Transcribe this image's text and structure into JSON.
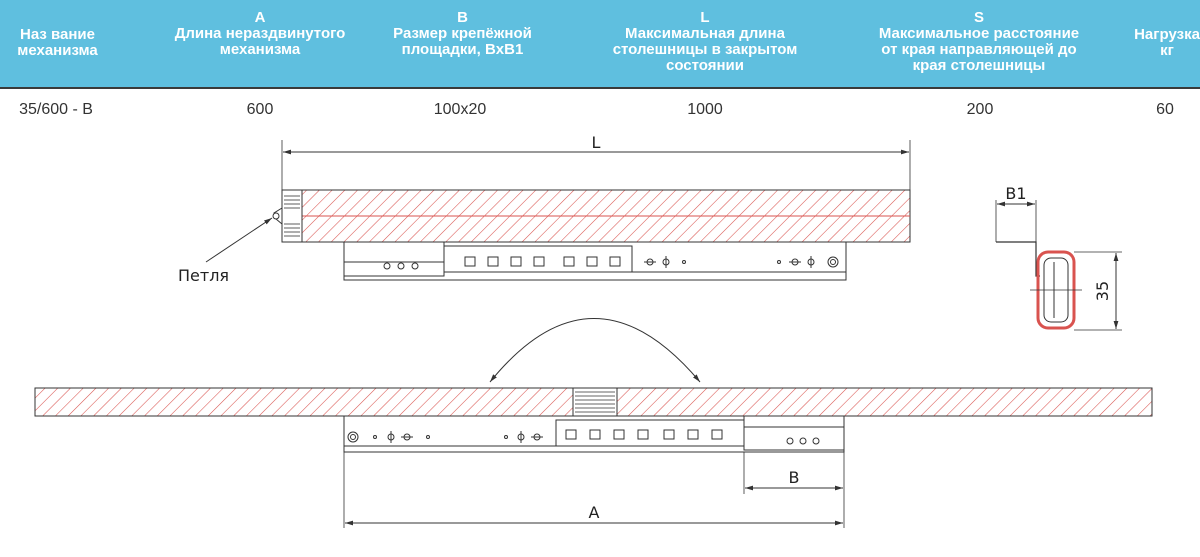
{
  "table": {
    "columns": [
      {
        "letter": "",
        "title": "Наз вание\nмеханизма"
      },
      {
        "letter": "A",
        "title": "Длина нераздвинутого\nмеханизма"
      },
      {
        "letter": "B",
        "title": "Размер крепёжной\nплощадки, BxB1"
      },
      {
        "letter": "L",
        "title": "Максимальная длина\nстолешницы в закрытом\nсостоянии"
      },
      {
        "letter": "S",
        "title": "Максимальное расстояние\nот края направляющей до\nкрая столешницы"
      },
      {
        "letter": "",
        "title": "Нагрузка\nкг"
      }
    ],
    "row": [
      "35/600 - В",
      "600",
      "100x20",
      "1000",
      "200",
      "60"
    ]
  },
  "drawing": {
    "label_L": "L",
    "label_hinge": "Петля",
    "label_B1": "B1",
    "label_35": "35",
    "label_B": "B",
    "label_A": "A"
  },
  "colors": {
    "header_bg": "#5fbfdf",
    "hatch": "#d9534f",
    "line": "#333333"
  }
}
